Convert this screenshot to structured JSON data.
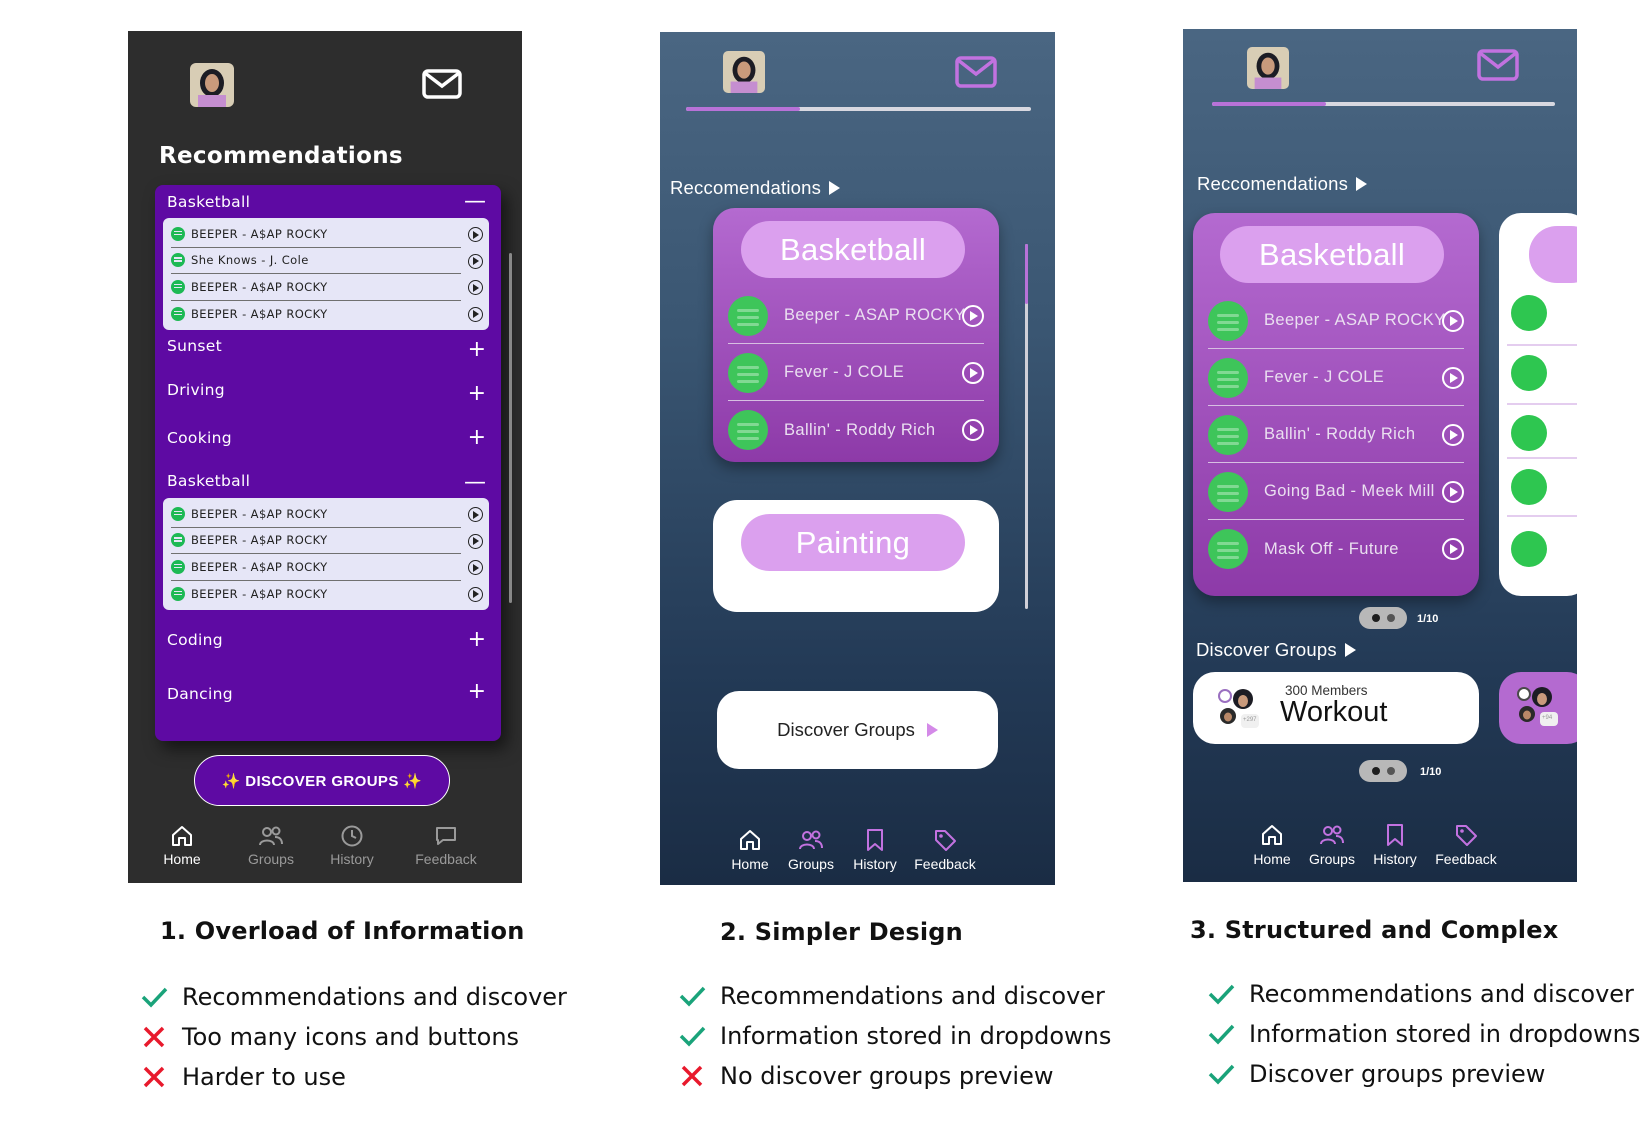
{
  "screen1": {
    "title": "Recommendations",
    "categories": [
      {
        "name": "Basketball",
        "expanded": true,
        "songs": [
          "BEEPER - A$AP ROCKY",
          "She Knows - J. Cole",
          "BEEPER - A$AP ROCKY",
          "BEEPER - A$AP ROCKY"
        ]
      },
      {
        "name": "Sunset",
        "expanded": false
      },
      {
        "name": "Driving",
        "expanded": false
      },
      {
        "name": "Cooking",
        "expanded": false
      },
      {
        "name": "Basketball",
        "expanded": true,
        "songs": [
          "BEEPER - A$AP ROCKY",
          "BEEPER - A$AP ROCKY",
          "BEEPER - A$AP ROCKY",
          "BEEPER - A$AP ROCKY"
        ]
      },
      {
        "name": "Coding",
        "expanded": false
      },
      {
        "name": "Dancing",
        "expanded": false
      }
    ],
    "collapse_sign": "—",
    "expand_sign": "+",
    "discover_button": "✨ DISCOVER GROUPS ✨",
    "nav": [
      "Home",
      "Groups",
      "History",
      "Feedback"
    ],
    "nav_active": "Home",
    "accent": "#5e0aa3"
  },
  "screen2": {
    "section": "Reccomendations",
    "card1": {
      "title": "Basketball",
      "songs": [
        "Beeper - ASAP ROCKY",
        "Fever - J COLE",
        "Ballin' - Roddy Rich"
      ]
    },
    "card2": {
      "title": "Painting"
    },
    "discover": "Discover Groups",
    "nav": [
      "Home",
      "Groups",
      "History",
      "Feedback"
    ]
  },
  "screen3": {
    "section": "Reccomendations",
    "card1": {
      "title": "Basketball",
      "songs": [
        "Beeper - ASAP ROCKY",
        "Fever - J COLE",
        "Ballin' - Roddy Rich",
        "Going Bad - Meek Mill",
        "Mask Off - Future"
      ]
    },
    "pager1": "1/10",
    "discover_section": "Discover Groups",
    "group": {
      "members": "300 Members",
      "name": "Workout",
      "extra": "+297"
    },
    "group2_extra": "+94",
    "pager2": "1/10",
    "nav": [
      "Home",
      "Groups",
      "History",
      "Feedback"
    ]
  },
  "captions": [
    {
      "title": "1. Overload of Information",
      "points": [
        {
          "mark": "check",
          "text": "Recommendations and discover"
        },
        {
          "mark": "cross",
          "text": "Too many icons and buttons"
        },
        {
          "mark": "cross",
          "text": "Harder to use"
        }
      ]
    },
    {
      "title": "2. Simpler Design",
      "points": [
        {
          "mark": "check",
          "text": "Recommendations and discover"
        },
        {
          "mark": "check",
          "text": "Information stored in dropdowns"
        },
        {
          "mark": "cross",
          "text": "No discover groups preview"
        }
      ]
    },
    {
      "title": "3. Structured and Complex",
      "points": [
        {
          "mark": "check",
          "text": "Recommendations and discover"
        },
        {
          "mark": "check",
          "text": "Information stored in dropdowns"
        },
        {
          "mark": "check",
          "text": "Discover groups preview"
        }
      ]
    }
  ],
  "colors": {
    "check": "#1aa37a",
    "cross": "#e8192c",
    "purple": "#b46ad0",
    "spotify": "#3ec55a"
  }
}
